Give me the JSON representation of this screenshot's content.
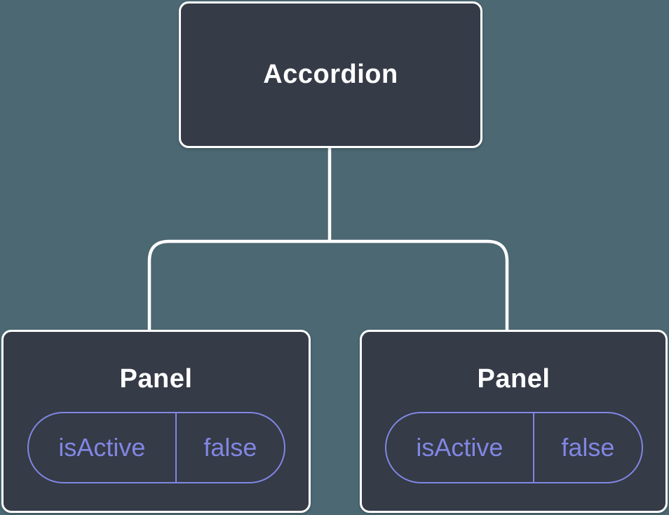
{
  "diagram": {
    "type": "component-tree",
    "colors": {
      "background": "#4c6872",
      "node_fill": "#353b47",
      "node_border": "#ffffff",
      "accent": "#8186e3",
      "label": "#ffffff"
    },
    "root": {
      "label": "Accordion"
    },
    "children": [
      {
        "label": "Panel",
        "state": {
          "key": "isActive",
          "value": "false"
        }
      },
      {
        "label": "Panel",
        "state": {
          "key": "isActive",
          "value": "false"
        }
      }
    ]
  }
}
